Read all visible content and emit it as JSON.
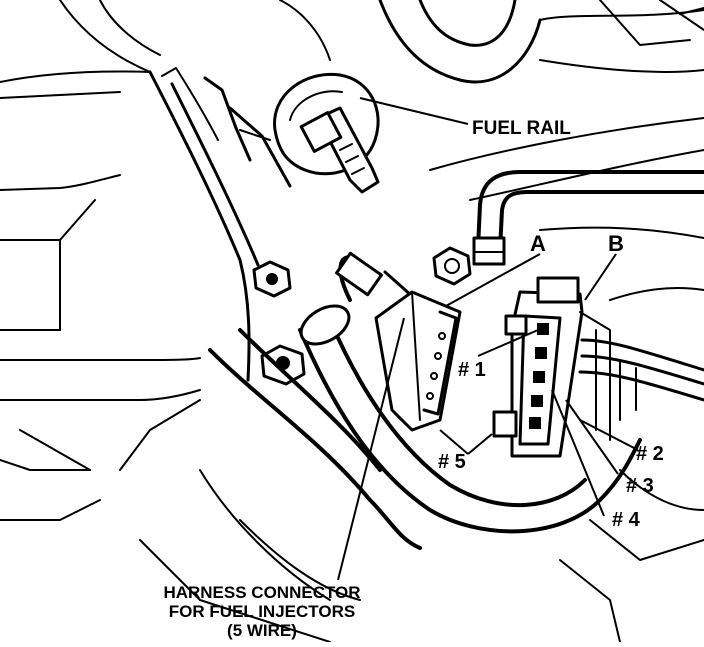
{
  "labels": {
    "fuel_rail": "FUEL RAIL",
    "point_a": "A",
    "point_b": "B",
    "pin_1": "# 1",
    "pin_2": "# 2",
    "pin_3": "# 3",
    "pin_4": "# 4",
    "pin_5": "# 5",
    "harness_line1": "HARNESS CONNECTOR",
    "harness_line2": "FOR FUEL INJECTORS",
    "harness_line3": "(5 WIRE)"
  },
  "colors": {
    "ink": "#000000",
    "paper": "#ffffff"
  }
}
